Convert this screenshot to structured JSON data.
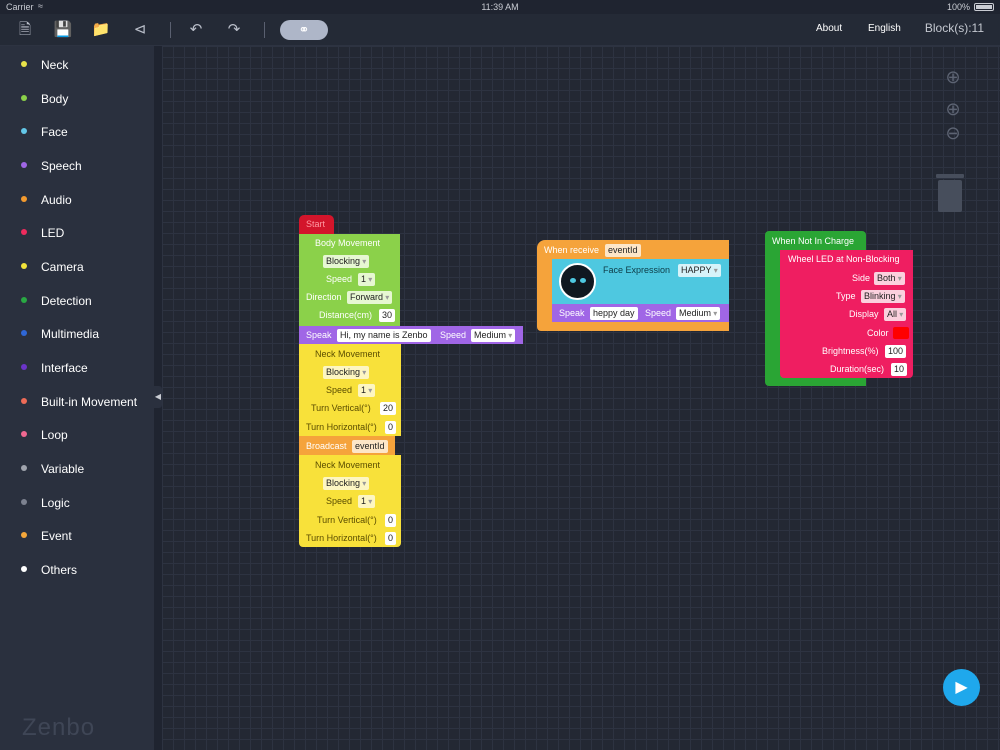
{
  "status_bar": {
    "carrier": "Carrier",
    "time": "11:39 AM",
    "battery": "100%"
  },
  "toolbar": {
    "about": "About",
    "language": "English",
    "block_count": "Block(s):11",
    "link_icon": "link-icon"
  },
  "sidebar": {
    "items": [
      {
        "label": "Neck",
        "color": "#e9e34a"
      },
      {
        "label": "Body",
        "color": "#8bd14a"
      },
      {
        "label": "Face",
        "color": "#63c7e8"
      },
      {
        "label": "Speech",
        "color": "#a066e6"
      },
      {
        "label": "Audio",
        "color": "#f39a2e"
      },
      {
        "label": "LED",
        "color": "#ee2b5d"
      },
      {
        "label": "Camera",
        "color": "#f2e33a"
      },
      {
        "label": "Detection",
        "color": "#29a843"
      },
      {
        "label": "Multimedia",
        "color": "#2f67d6"
      },
      {
        "label": "Interface",
        "color": "#6b34c9"
      },
      {
        "label": "Built-in Movement",
        "color": "#ee6b57"
      },
      {
        "label": "Loop",
        "color": "#f06891"
      },
      {
        "label": "Variable",
        "color": "#a0a4ad"
      },
      {
        "label": "Logic",
        "color": "#7d8290"
      },
      {
        "label": "Event",
        "color": "#f5a73a"
      },
      {
        "label": "Others",
        "color": "#ffffff"
      }
    ],
    "logo": "Zenbo"
  },
  "blocks": {
    "start": "Start",
    "body_movement": {
      "title": "Body Movement",
      "mode": "Blocking",
      "speed_label": "Speed",
      "speed": "1",
      "direction_label": "Direction",
      "direction": "Forward",
      "distance_label": "Distance(cm)",
      "distance": "30"
    },
    "speak1": {
      "label": "Speak",
      "text": "Hi, my name is Zenbo",
      "speed_label": "Speed",
      "speed": "Medium"
    },
    "neck1": {
      "title": "Neck Movement",
      "mode": "Blocking",
      "speed_label": "Speed",
      "speed": "1",
      "vertical_label": "Turn Vertical(°)",
      "vertical": "20",
      "horizontal_label": "Turn Horizontal(°)",
      "horizontal": "0"
    },
    "broadcast": {
      "label": "Broadcast",
      "value": "eventId"
    },
    "neck2": {
      "title": "Neck Movement",
      "mode": "Blocking",
      "speed_label": "Speed",
      "speed": "1",
      "vertical_label": "Turn Vertical(°)",
      "vertical": "0",
      "horizontal_label": "Turn Horizontal(°)",
      "horizontal": "0"
    },
    "when_receive": {
      "label": "When receive",
      "value": "eventId"
    },
    "face_expression": {
      "label": "Face Expression",
      "value": "HAPPY"
    },
    "speak2": {
      "label": "Speak",
      "text": "heppy day",
      "speed_label": "Speed",
      "speed": "Medium"
    },
    "when_not_in_charge": "When Not In Charge",
    "wheel_led": {
      "title": "Wheel LED at Non-Blocking",
      "side_label": "Side",
      "side": "Both",
      "type_label": "Type",
      "type": "Blinking",
      "display_label": "Display",
      "display": "All",
      "color_label": "Color",
      "color": "#ff0000",
      "brightness_label": "Brightness(%)",
      "brightness": "100",
      "duration_label": "Duration(sec)",
      "duration": "10"
    }
  },
  "colors": {
    "body": "#8bd14a",
    "neck": "#f8e13a",
    "speech": "#a066e6",
    "event": "#f5a33b",
    "face": "#4ec8e0",
    "start": "#d3152b",
    "detection": "#2aa534",
    "led": "#ef1e61",
    "play": "#1fa8ec"
  }
}
